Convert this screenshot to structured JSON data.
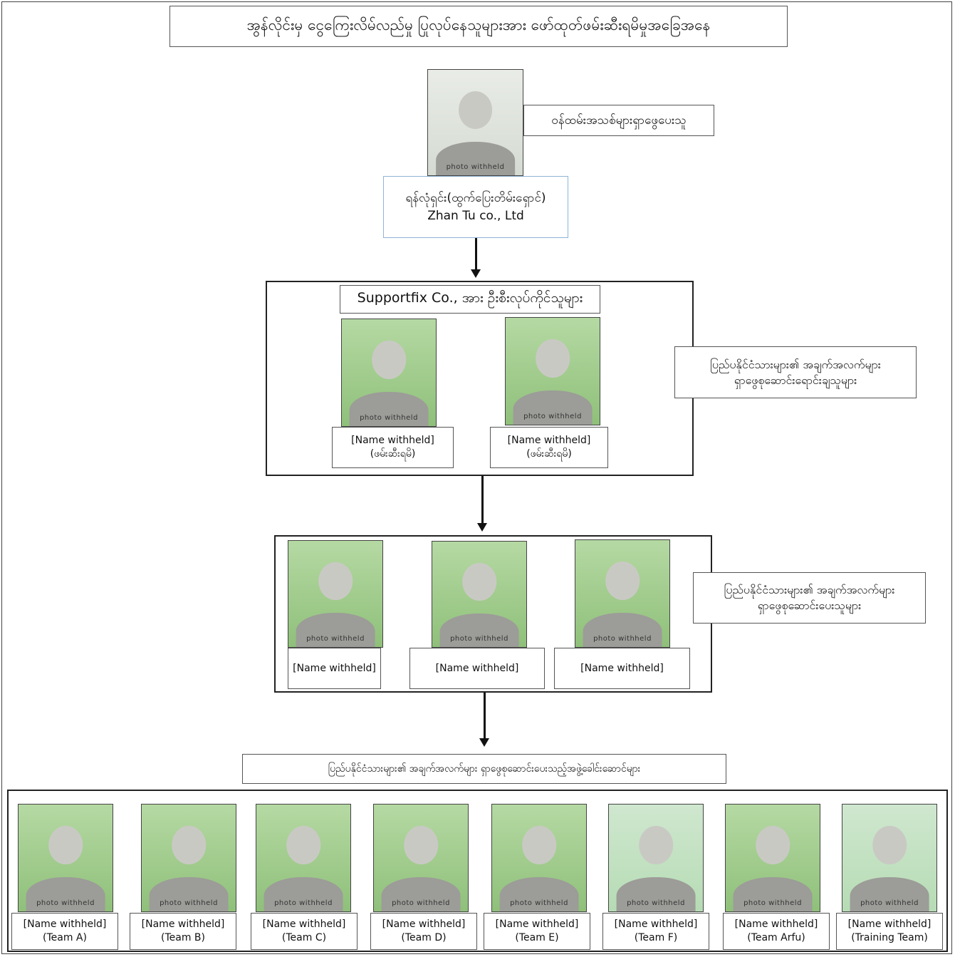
{
  "title": "အွန်လိုင်းမှ ငွေကြေးလိမ်လည်မှု ပြုလုပ်နေသူများအား ဖော်ထုတ်ဖမ်းဆီးရမိမှုအခြေအနေ",
  "top": {
    "role": "ဝန်ထမ်းအသစ်များရှာဖွေပေးသူ",
    "company_line1": "ရန်လုံရှင်း(ထွက်ပြေးတိမ်းရှောင်)",
    "company_line2": "Zhan Tu co., Ltd"
  },
  "leaders": {
    "header": "Supportfix Co., အား ဦးစီးလုပ်ကိုင်သူများ",
    "side_line1": "ပြည်ပနိုင်ငံသားများ၏ အချက်အလက်များ",
    "side_line2": "ရှာဖွေစုဆောင်းရောင်းချသူများ",
    "people": [
      {
        "name": "[Name withheld]",
        "note": "(ဖမ်းဆီးရမိ)"
      },
      {
        "name": "[Name withheld]",
        "note": "(ဖမ်းဆီးရမိ)"
      }
    ]
  },
  "collectors": {
    "side_line1": "ပြည်ပနိုင်ငံသားများ၏ အချက်အလက်များ",
    "side_line2": "ရှာဖွေစုဆောင်းပေးသူများ",
    "people": [
      {
        "name": "[Name withheld]",
        "note": ""
      },
      {
        "name": "[Name withheld]",
        "note": ""
      },
      {
        "name": "[Name withheld]",
        "note": ""
      }
    ]
  },
  "teams": {
    "header": "ပြည်ပနိုင်ငံသားများ၏ အချက်အလက်များ ရှာဖွေစုဆောင်းပေးသည့်အဖွဲ့ခေါင်းဆောင်များ",
    "people": [
      {
        "name": "[Name withheld]",
        "team": "(Team A)"
      },
      {
        "name": "[Name withheld]",
        "team": "(Team B)"
      },
      {
        "name": "[Name withheld]",
        "team": "(Team C)"
      },
      {
        "name": "[Name withheld]",
        "team": "(Team D)"
      },
      {
        "name": "[Name withheld]",
        "team": "(Team E)"
      },
      {
        "name": "[Name withheld]",
        "team": "(Team F)"
      },
      {
        "name": "[Name withheld]",
        "team": "(Team Arfu)"
      },
      {
        "name": "[Name withheld]",
        "team": "(Training Team)"
      }
    ]
  },
  "photo_placeholder": "photo withheld"
}
